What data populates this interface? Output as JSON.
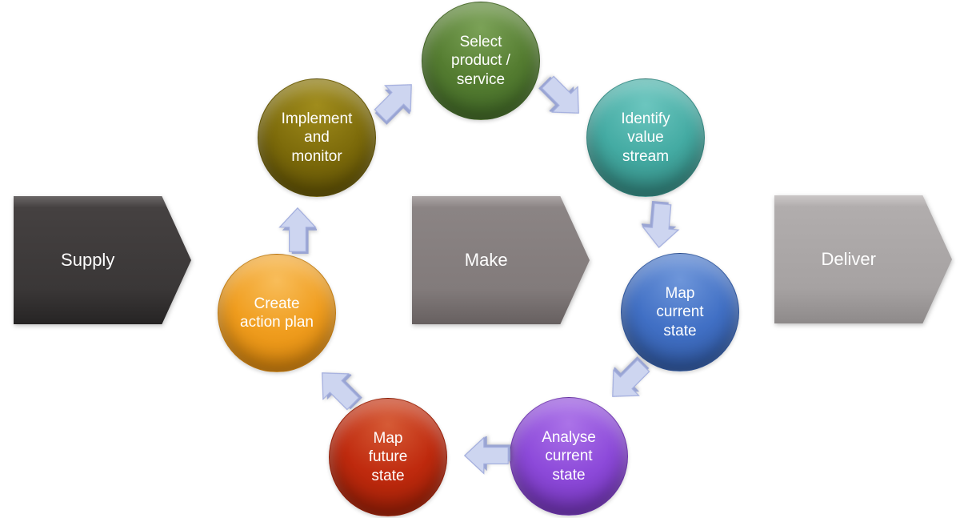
{
  "diagram": {
    "type": "cycle-process",
    "background_color": "#ffffff",
    "text_color": "#ffffff",
    "arrow_fill_color": "#cdd5f0",
    "arrow_edge_color": "#a3aede",
    "steps": [
      {
        "name": "select-product-service",
        "label": "Select\nproduct /\nservice",
        "color": "#557d31"
      },
      {
        "name": "identify-value-stream",
        "label": "Identify\nvalue\nstream",
        "color": "#44aba3"
      },
      {
        "name": "map-current-state",
        "label": "Map\ncurrent\nstate",
        "color": "#4170c5"
      },
      {
        "name": "analyse-current-state",
        "label": "Analyse\ncurrent\nstate",
        "color": "#8d4ada"
      },
      {
        "name": "map-future-state",
        "label": "Map\nfuture\nstate",
        "color": "#bf2a0e"
      },
      {
        "name": "create-action-plan",
        "label": "Create\naction plan",
        "color": "#f09d1e"
      },
      {
        "name": "implement-and-monitor",
        "label": "Implement\nand\nmonitor",
        "color": "#7e6c0b"
      }
    ],
    "chevrons": [
      {
        "name": "supply",
        "label": "Supply",
        "color": "#3a3737"
      },
      {
        "name": "make",
        "label": "Make",
        "color": "#827b7b"
      },
      {
        "name": "deliver",
        "label": "Deliver",
        "color": "#a6a2a2"
      }
    ]
  }
}
